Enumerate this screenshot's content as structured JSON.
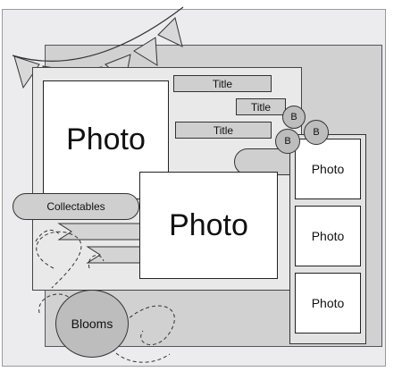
{
  "diagram": {
    "titles": [
      "Title",
      "Title",
      "Title"
    ],
    "photos": [
      "Photo",
      "Photo",
      "Photo",
      "Photo",
      "Photo"
    ],
    "collectables_label": "Collectables",
    "blooms_label": "Blooms",
    "embellishments": [
      "B",
      "B",
      "B"
    ]
  },
  "colors": {
    "paper_light": "#ececef",
    "paper_mid": "#d1d1d1",
    "panel": "#e9e9e9",
    "accent_gray": "#bdbdbd"
  }
}
